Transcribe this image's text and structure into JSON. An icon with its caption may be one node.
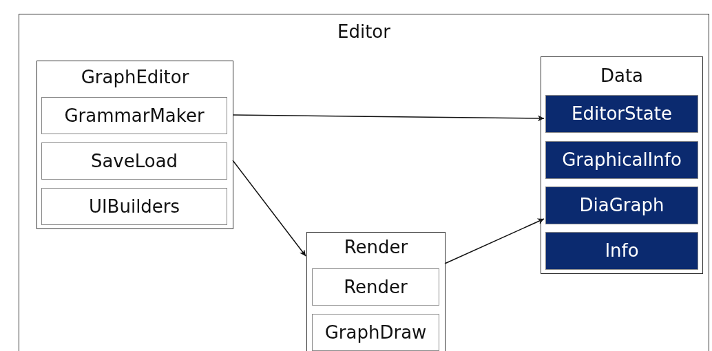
{
  "diagram": {
    "nodes": [
      {
        "text": [
          "Editor"
        ]
      },
      {
        "text": [
          "GraphEditor"
        ],
        "in": 0
      },
      {
        "text": [
          "GrammarMaker"
        ],
        "in": 1
      },
      {
        "text": [
          "SaveLoad"
        ],
        "in": 1
      },
      {
        "text": [
          "UIBuilders"
        ],
        "in": 1
      },
      {
        "text": [
          "Render"
        ],
        "in": 0
      },
      {
        "text": [
          "Render"
        ],
        "in": 5
      },
      {
        "text": [
          "GraphDraw"
        ],
        "in": 5
      },
      {
        "text": [
          "Data"
        ],
        "in": 0
      },
      {
        "text": [
          "EditorState"
        ],
        "in": 8
      },
      {
        "text": [
          "GraphicalInfo"
        ],
        "in": 8
      },
      {
        "text": [
          "DiaGraph"
        ],
        "in": 8
      },
      {
        "text": [
          "Info"
        ],
        "in": 8
      }
    ],
    "edges": [
      {
        "from": 2,
        "to": 9,
        "arrow": "to"
      },
      {
        "from": 3,
        "to": 5,
        "arrow": "to"
      },
      {
        "from": 5,
        "to": 11,
        "arrow": "to"
      }
    ]
  }
}
